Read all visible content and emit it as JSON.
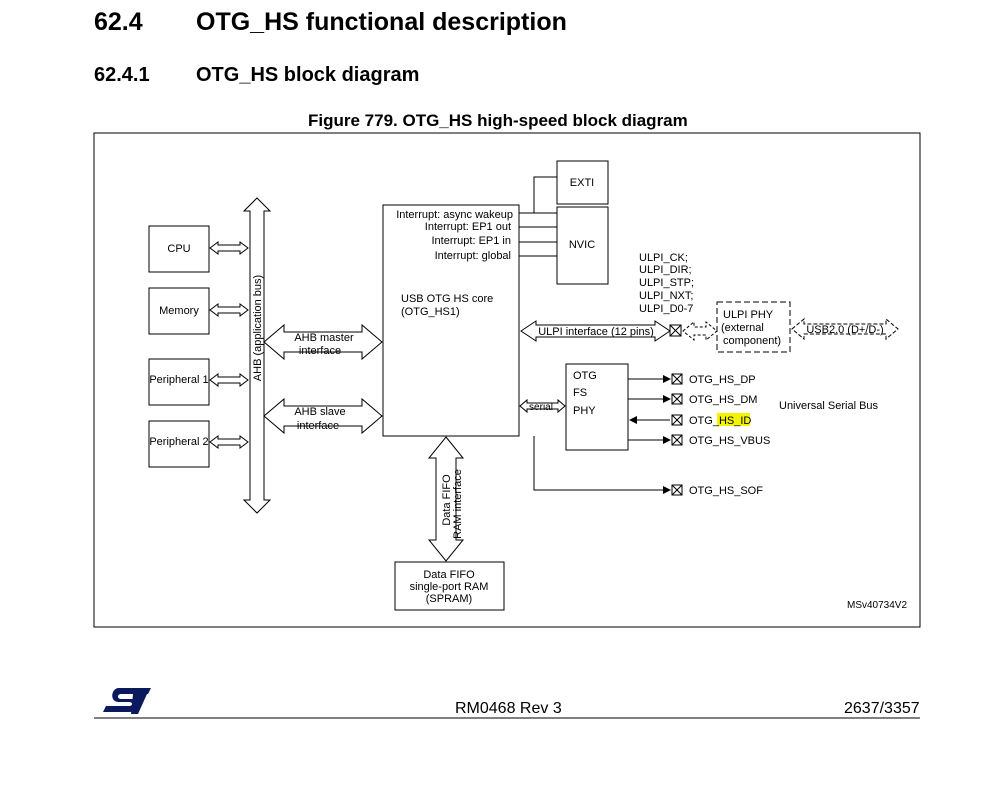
{
  "section": {
    "number": "62.4",
    "title": "OTG_HS functional description"
  },
  "subsection": {
    "number": "62.4.1",
    "title": "OTG_HS block diagram"
  },
  "figure": {
    "caption": "Figure 779. OTG_HS high-speed block diagram",
    "blocks": {
      "cpu": "CPU",
      "memory": "Memory",
      "peripheral1": "Peripheral 1",
      "peripheral2": "Peripheral 2",
      "ahb_bus": "AHB (application bus)",
      "ahb_master_l1": "AHB master",
      "ahb_master_l2": "interface",
      "ahb_slave_l1": "AHB slave",
      "ahb_slave_l2": "interface",
      "core_l1": "USB OTG HS core",
      "core_l2": "(OTG_HS1)",
      "exti": "EXTI",
      "nvic": "NVIC",
      "fifo_if_l1": "Data FIFO",
      "fifo_if_l2": "RAM interface",
      "ram_l1": "Data FIFO",
      "ram_l2": "single-port RAM",
      "ram_l3": "(SPRAM)",
      "phy_l1": "OTG",
      "phy_l2": "FS",
      "phy_l3": "PHY",
      "serial": "serial",
      "ulpi_interface": "ULPI interface (12 pins)",
      "ulpi_phy_l1": "ULPI PHY",
      "ulpi_phy_l2": "(external",
      "ulpi_phy_l3": "component)",
      "usb20": "USB2.0 (D+/D-)",
      "usb_label": "Universal Serial Bus",
      "ref": "MSv40734V2"
    },
    "interrupts": [
      "Interrupt: async wakeup",
      "Interrupt: EP1 out",
      "Interrupt: EP1 in",
      "Interrupt: global"
    ],
    "ulpi_signals": [
      "ULPI_CK;",
      "ULPI_DIR;",
      "ULPI_STP;",
      "ULPI_NXT;",
      "ULPI_D0-7"
    ],
    "pins": {
      "dp": "OTG_HS_DP",
      "dm": "OTG_HS_DM",
      "id_prefix": "OTG_",
      "id_highlight": "HS_ID",
      "vbus": "OTG_HS_VBUS",
      "sof": "OTG_HS_SOF"
    }
  },
  "footer": {
    "logo": "ST",
    "doc": "RM0468 Rev 3",
    "page": "2637/3357"
  }
}
